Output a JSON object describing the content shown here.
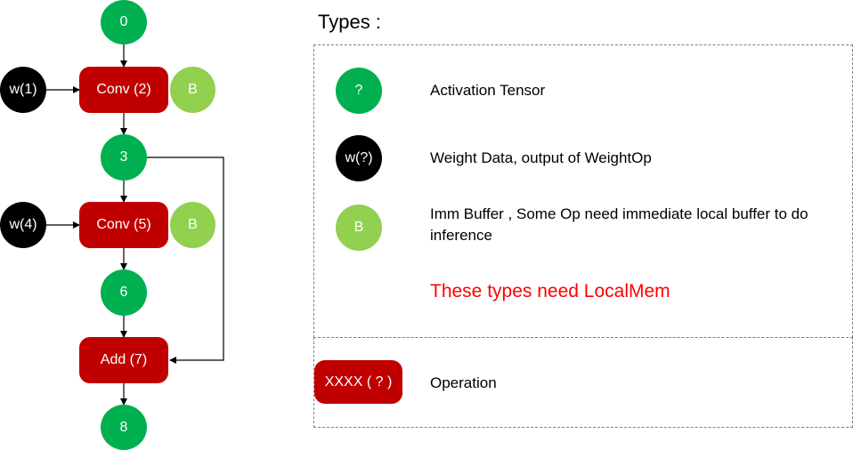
{
  "graph": {
    "nodes": {
      "n0": "0",
      "n3": "3",
      "n6": "6",
      "n8": "8",
      "w1": "w(1)",
      "w4": "w(4)",
      "b1": "B",
      "b2": "B"
    },
    "ops": {
      "conv2": "Conv (2)",
      "conv5": "Conv (5)",
      "add7": "Add (7)"
    }
  },
  "legend": {
    "title": "Types :",
    "activation": {
      "symbol": "?",
      "label": "Activation Tensor"
    },
    "weight": {
      "symbol": "w(?)",
      "label": "Weight Data, output of WeightOp"
    },
    "buffer": {
      "symbol": "B",
      "label": "Imm Buffer , Some Op need immediate local buffer to do inference"
    },
    "note": "These types need LocalMem",
    "operation": {
      "symbol": "XXXX ( ? )",
      "label": "Operation"
    }
  },
  "colors": {
    "activation": "#00b050",
    "weight": "#000000",
    "buffer": "#92d050",
    "operation": "#c00000",
    "note": "#ff0000"
  }
}
